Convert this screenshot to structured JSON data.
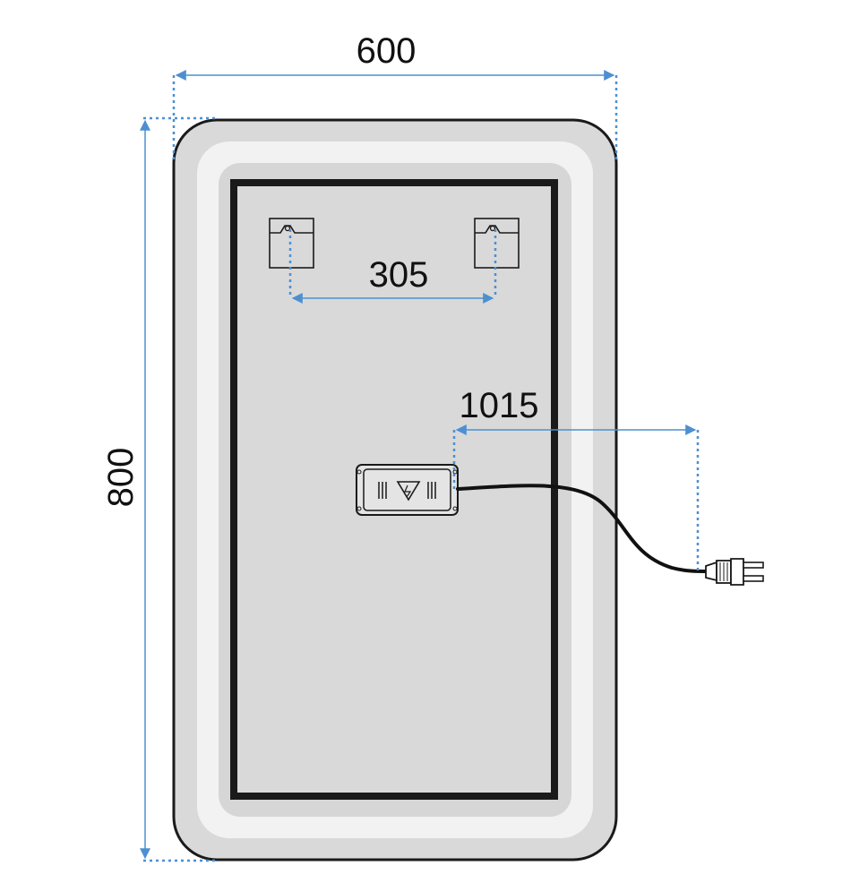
{
  "dimensions": {
    "width": "600",
    "height": "800",
    "hanger_spacing": "305",
    "cable_length": "1015"
  },
  "colors": {
    "frame_outline": "#1a1a1a",
    "outer_light_band": "#d9d9d9",
    "light_strip": "#f2f2f2",
    "inner_band": "#d6d6d6",
    "panel": "#d9d9d9",
    "dimension_line": "#4d8fd1",
    "cable": "#111111"
  },
  "components": {
    "hangers": [
      "left-hanger-icon",
      "right-hanger-icon"
    ],
    "driver": "led-driver-box-icon",
    "plug": "power-plug-icon"
  }
}
